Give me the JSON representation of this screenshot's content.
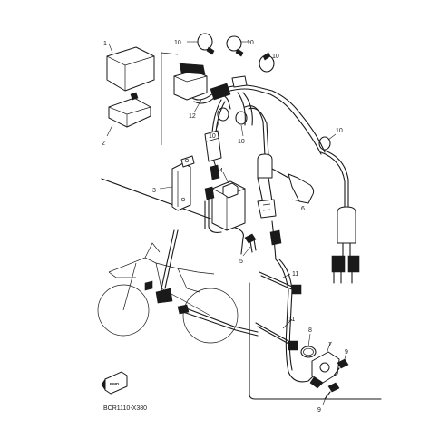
{
  "diagram": {
    "callouts": [
      "1",
      "2",
      "3",
      "4",
      "5",
      "6",
      "7",
      "8",
      "9",
      "10",
      "11",
      "12"
    ],
    "fwd_label": "FWD",
    "drawing_code": "BCR1110-X380"
  }
}
